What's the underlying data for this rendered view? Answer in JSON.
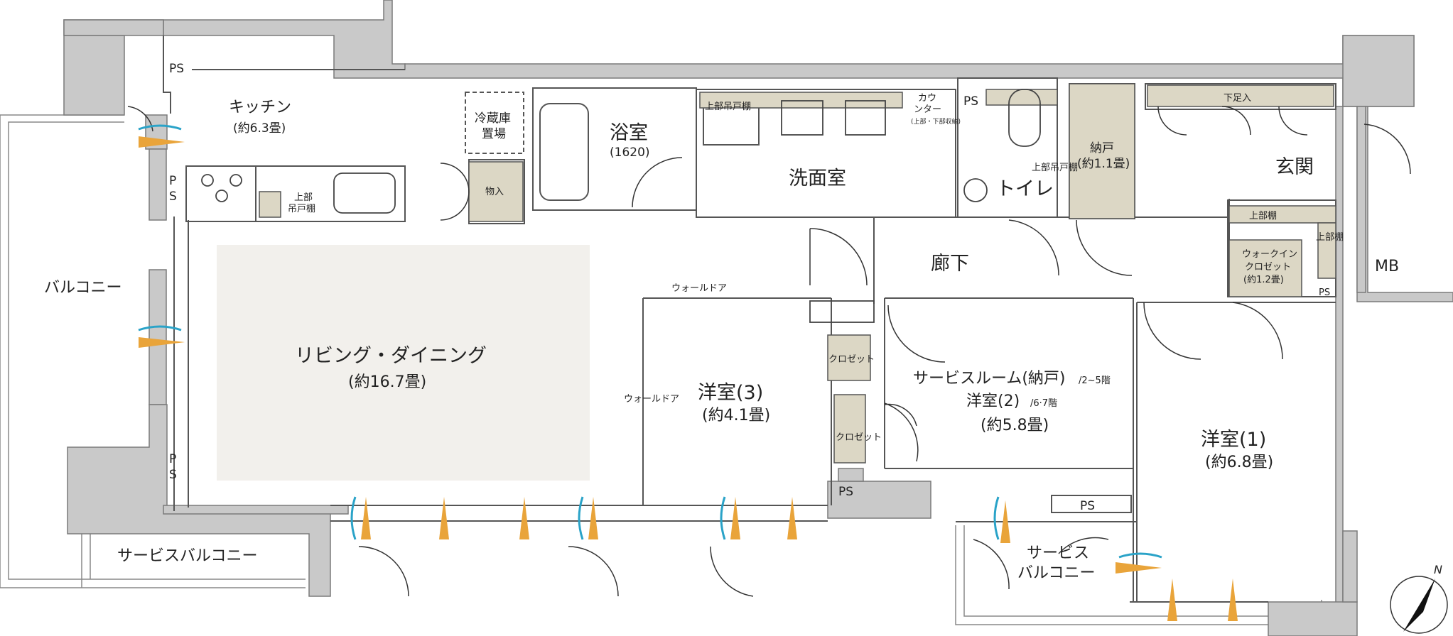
{
  "rooms": {
    "kitchen": {
      "name": "キッチン",
      "size": "(約6.3畳)"
    },
    "living": {
      "name": "リビング・ダイニング",
      "size": "(約16.7畳)"
    },
    "bath": {
      "name": "浴室",
      "size": "(1620)"
    },
    "washroom": {
      "name": "洗面室"
    },
    "toilet": {
      "name": "トイレ"
    },
    "storage": {
      "name": "納戸",
      "size": "(約1.1畳)"
    },
    "entrance": {
      "name": "玄関"
    },
    "hallway": {
      "name": "廊下"
    },
    "western3": {
      "name": "洋室(3)",
      "size": "(約4.1畳)"
    },
    "service_room": {
      "name": "サービスルーム(納戸)",
      "floors": "/2~5階",
      "alt_name": "洋室(2)",
      "alt_floors": "/6·7階",
      "size": "(約5.8畳)"
    },
    "western1": {
      "name": "洋室(1)",
      "size": "(約6.8畳)"
    },
    "wic": {
      "line1": "ウォークイン",
      "line2": "クロゼット",
      "size": "(約1.2畳)"
    },
    "balcony": {
      "name": "バルコニー"
    },
    "service_balcony_left": {
      "name": "サービスバルコニー"
    },
    "service_balcony_right": {
      "line1": "サービス",
      "line2": "バルコニー"
    }
  },
  "labels": {
    "ps": "PS",
    "ps_v1": "P",
    "ps_v2": "S",
    "mb": "MB",
    "fridge1": "冷蔵庫",
    "fridge2": "置場",
    "monoire": "物入",
    "upper_cabinet1": "上部",
    "upper_cabinet2": "吊戸棚",
    "wash_upper": "上部吊戸棚",
    "counter1": "カウ",
    "counter2": "ンター",
    "counter_note": "(上部・下部収納)",
    "toilet_upper": "上部吊戸棚",
    "shoe_rack": "下足入",
    "upper_shelf": "上部棚",
    "upper_shelf_v": "上部棚",
    "wall_door": "ウォールドア",
    "wall_door_v": "ウォールドア",
    "closet": "クロゼット",
    "closet_v": "クロゼット",
    "north": "N"
  },
  "colors": {
    "wall": "#c9c9c9",
    "wall_stroke": "#7a7a7a",
    "living_fill": "#f2f0ec",
    "storage_fill": "#dcd7c5",
    "air_orange": "#e9a43a",
    "air_blue": "#2aa3c8"
  }
}
